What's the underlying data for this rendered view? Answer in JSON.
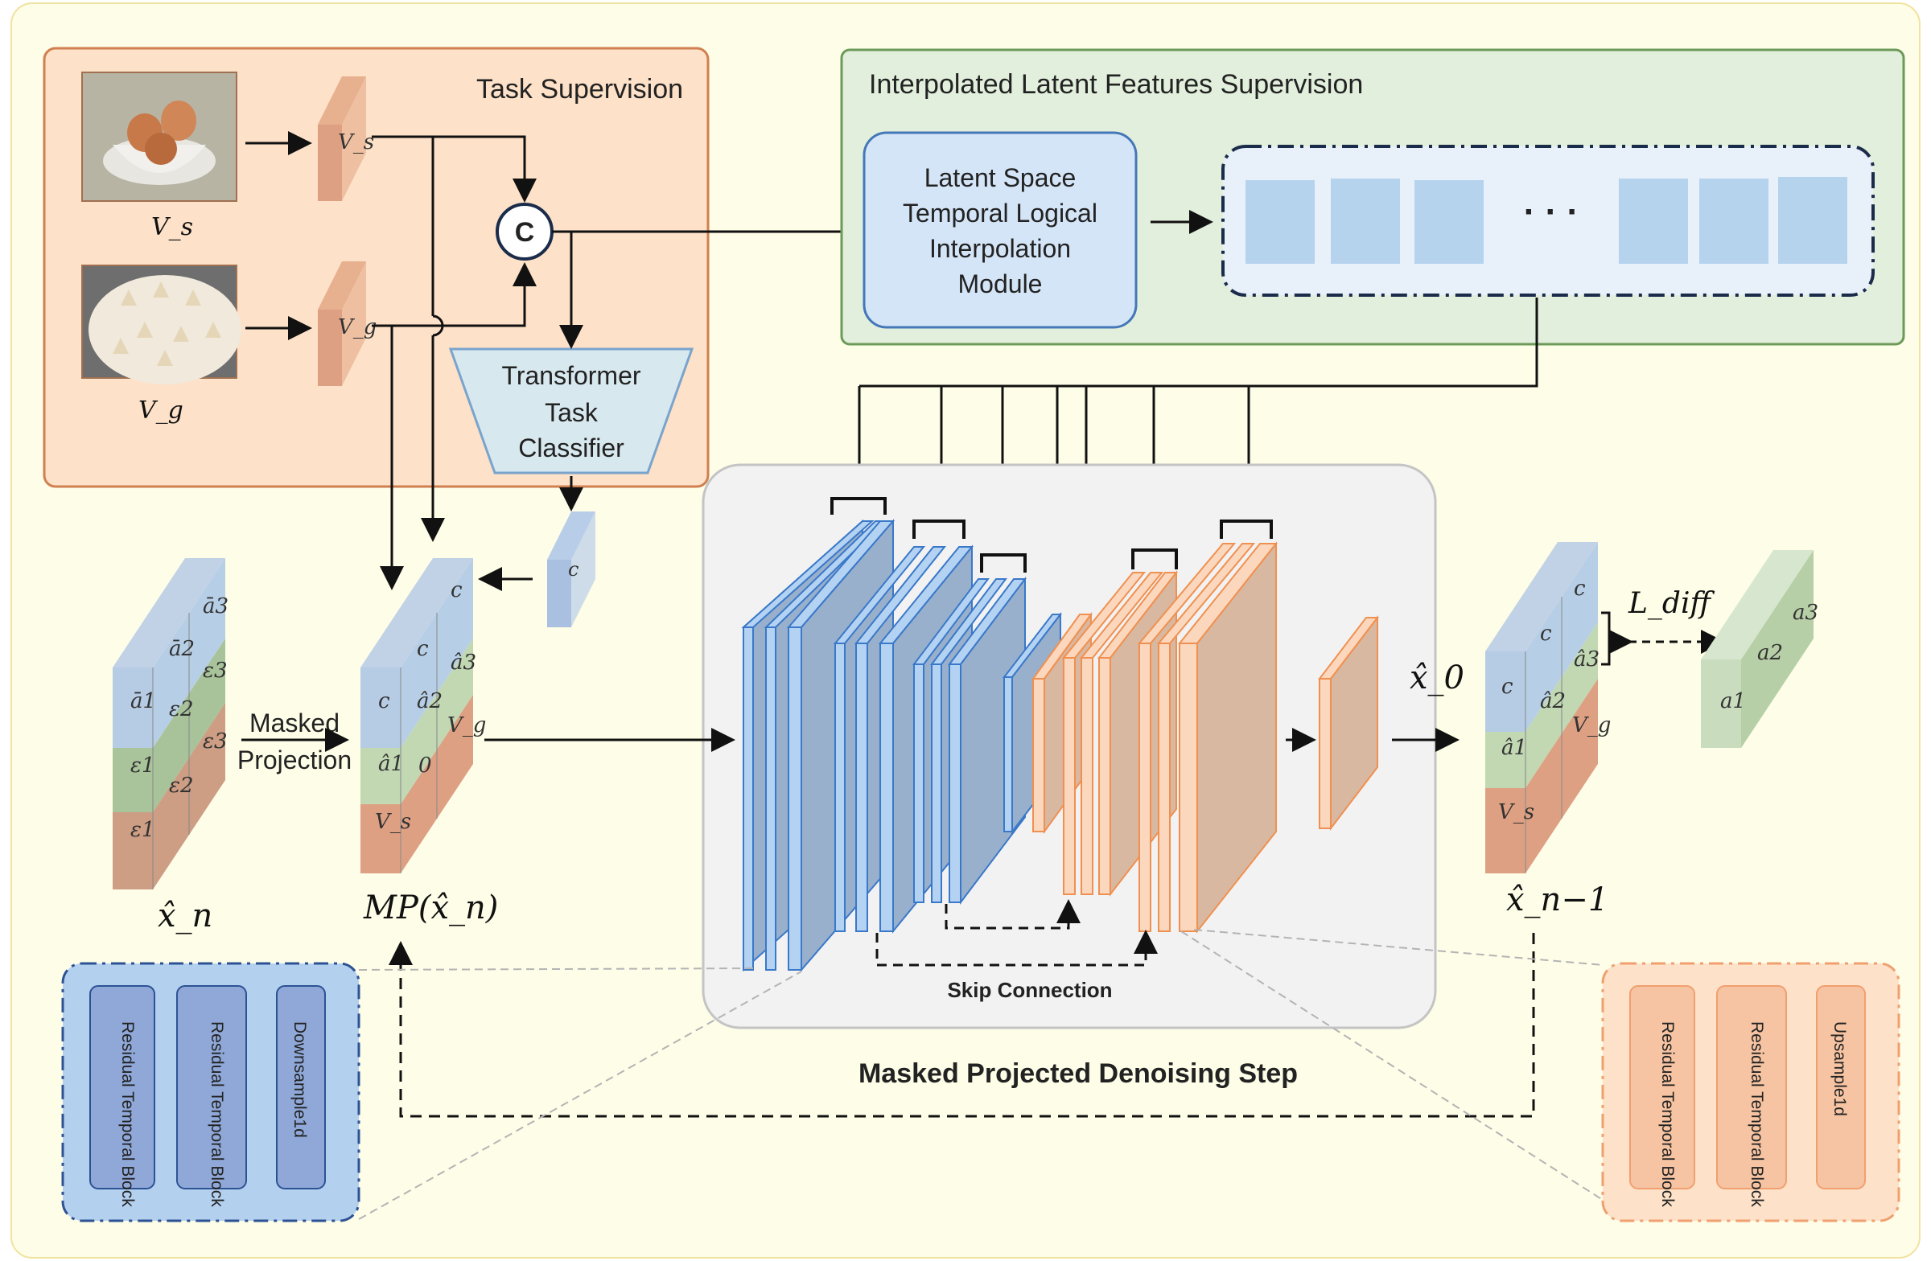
{
  "task_supervision": {
    "title": "Task Supervision",
    "vs_label": "V_s",
    "vg_label": "V_g",
    "vs_feat": "V_s",
    "vg_feat": "V_g",
    "concat": "C",
    "classifier": [
      "Transformer",
      "Task",
      "Classifier"
    ],
    "c_token": "c"
  },
  "interp": {
    "title": "Interpolated Latent Features Supervision",
    "module": [
      "Latent Space",
      "Temporal Logical",
      "Interpolation",
      "Module"
    ],
    "dots": "· · ·"
  },
  "input": {
    "rows": [
      [
        "ā1",
        "ā2",
        "ā3"
      ],
      [
        "ε1",
        "ε2",
        "ε3"
      ],
      [
        "ε1",
        "ε2",
        "ε3"
      ]
    ],
    "xn": "x̂_n",
    "masked_label": [
      "Masked",
      "Projection"
    ]
  },
  "mp": {
    "rows": [
      [
        "c",
        "c",
        "c"
      ],
      [
        "â1",
        "â2",
        "â3"
      ],
      [
        "V_s",
        "0",
        "V_g"
      ]
    ],
    "label": "MP(x̂_n)"
  },
  "denoise": {
    "title": "Masked Projected Denoising Step",
    "skip": "Skip Connection",
    "x0": "x̂_0"
  },
  "output": {
    "rows": [
      [
        "c",
        "c",
        "c"
      ],
      [
        "â1",
        "â2",
        "â3"
      ],
      [
        "V_s",
        "",
        "V_g"
      ]
    ],
    "label": "x̂_n−1",
    "ldiff": "L_diff",
    "actions": [
      "a1",
      "a2",
      "a3"
    ]
  },
  "down_blocks": [
    "Residual Temporal Block",
    "Residual Temporal Block",
    "Downsample1d"
  ],
  "up_blocks": [
    "Residual Temporal Block",
    "Residual Temporal Block",
    "Upsample1d"
  ],
  "colors": {
    "blue": "#b8cde8",
    "blue_dark": "#7f9fcb",
    "green": "#c7dcbd",
    "salmon": "#dfa88b",
    "orange_panel": "#fde1c8",
    "green_panel": "#e2efdc",
    "bg": "#fefde7"
  }
}
